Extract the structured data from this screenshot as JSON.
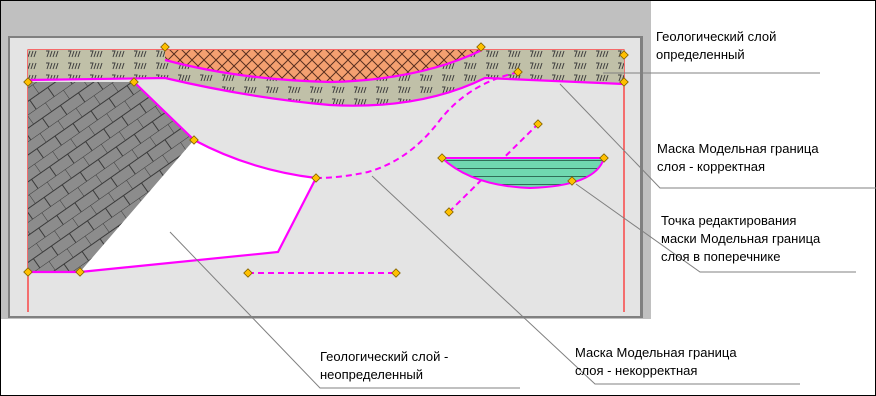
{
  "colors": {
    "window_gray": "#c0c0c0",
    "panel": "#e4e4e4",
    "soil": "#c0c0a8",
    "orange": "#f4a070",
    "stone": "#8c8c8c",
    "water": "#70d8b0",
    "boundary": "#ff00ff",
    "frame_red": "#ff2020",
    "point": "#ffc000",
    "leader": "#808080"
  },
  "icons": {
    "hatch_soil": "soil-hatch-pattern",
    "hatch_stone": "brick-hatch-pattern",
    "hatch_cross": "crosshatch-pattern",
    "point": "diamond-edit-point"
  },
  "labels": {
    "defined_layer": "Геологический слой\nопределенный",
    "mask_correct": "Маска Модельная граница\nслоя - корректная",
    "edit_point": "Точка редактирования\nмаски Модельная граница\nслоя в поперечнике",
    "undefined_layer": "Геологический слой -\nнеопределенный",
    "mask_incorrect": "Маска Модельная граница\nслоя - некорректная"
  }
}
